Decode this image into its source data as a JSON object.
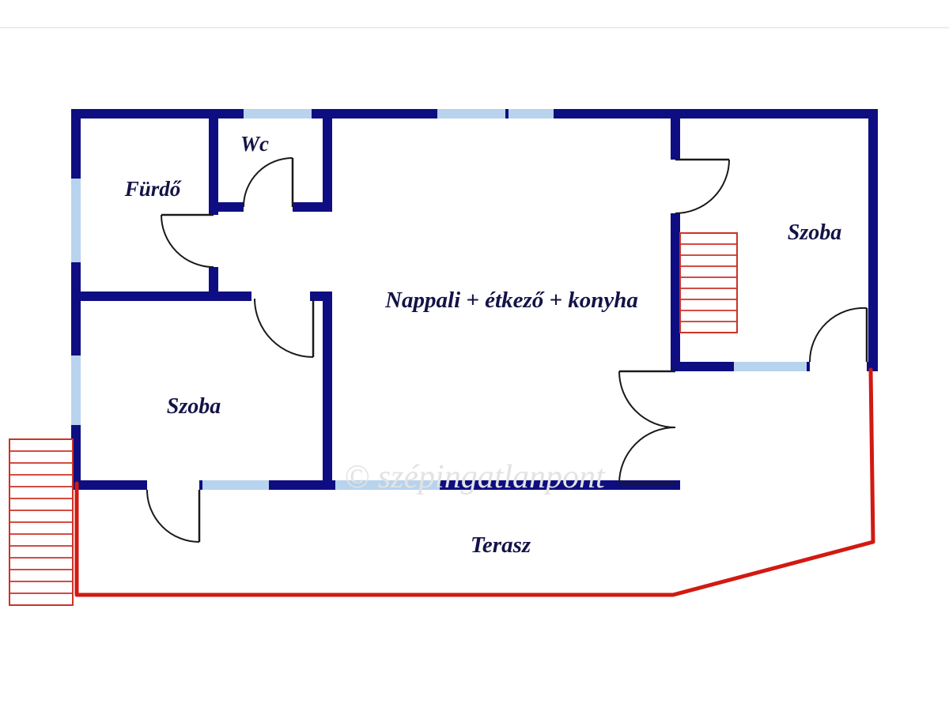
{
  "plan": {
    "rooms": {
      "wc": "Wc",
      "furdo": "Fürdő",
      "szoba_right": "Szoba",
      "szoba_left": "Szoba",
      "nappali": "Nappali + étkező + konyha",
      "terasz": "Terasz"
    },
    "watermark": "© szépingatlanpont",
    "colors": {
      "wall": "#0e0e82",
      "window": "#b7d3ee",
      "door": "#1a1a1a",
      "stairs": "#cc3327",
      "terrace": "#d11a12",
      "label": "#131347",
      "watermark_color": "#e3e3e3"
    }
  }
}
